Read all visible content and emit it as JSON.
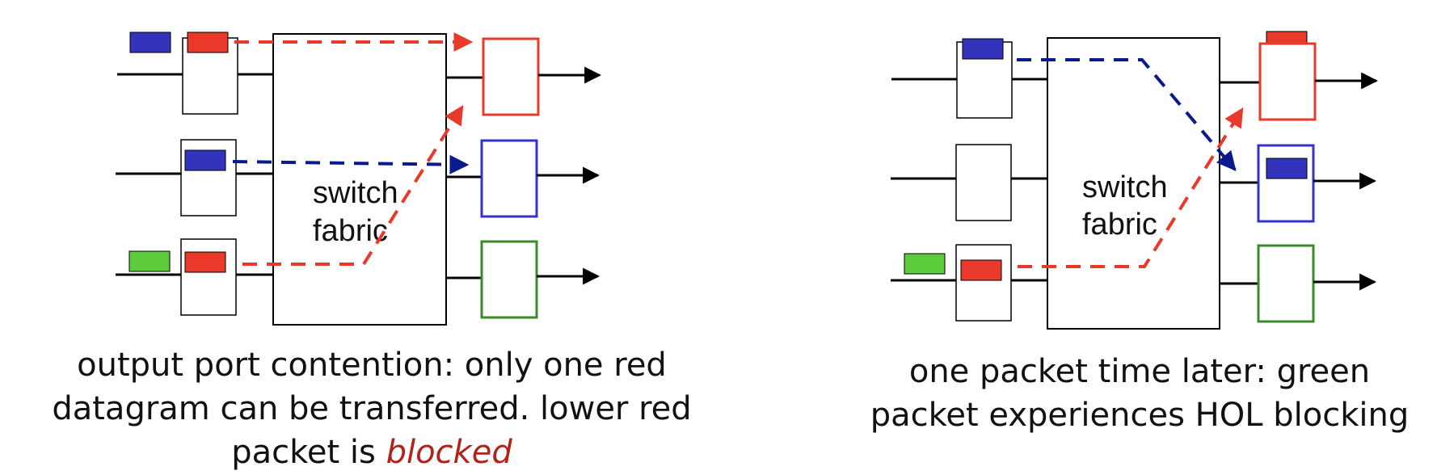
{
  "colors": {
    "red": "#e8392a",
    "blue": "#3333bb",
    "green": "#5ccc3c",
    "dark_blue_arrow": "#0a1a8c",
    "red_out_border": "#e8392a",
    "blue_out_border": "#3333cc",
    "green_out_border": "#3a8a2a",
    "blocked_text": "#b0221a"
  },
  "left_panel": {
    "fabric_label_line1": "switch",
    "fabric_label_line2": "fabric",
    "caption_line1": "output port contention: only one red",
    "caption_line2": "datagram can be transferred. lower red",
    "caption_line3_prefix": "packet is ",
    "caption_line3_emph": "blocked"
  },
  "right_panel": {
    "fabric_label_line1": "switch",
    "fabric_label_line2": "fabric",
    "caption_line1": "one packet time later: green",
    "caption_line2": "packet experiences HOL blocking"
  }
}
